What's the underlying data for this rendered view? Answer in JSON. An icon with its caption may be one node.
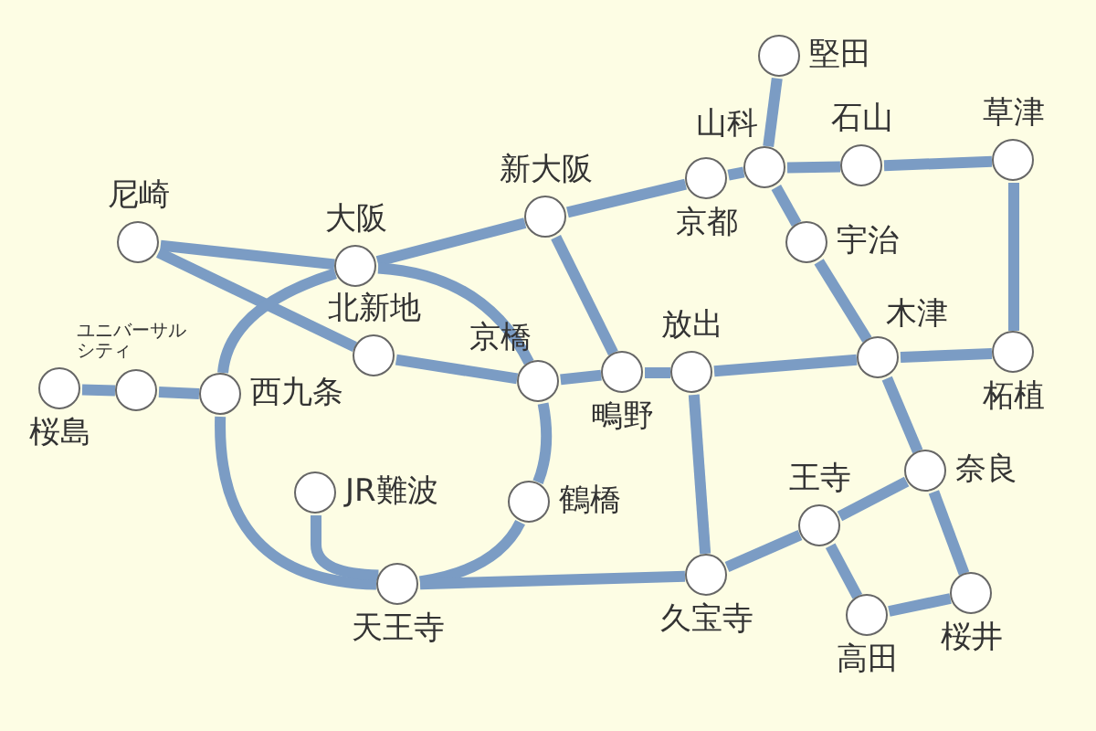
{
  "diagram": {
    "nodes": [
      {
        "text": [
          "堅田"
        ]
      },
      {
        "text": [
          "山科"
        ]
      },
      {
        "text": [
          "石山"
        ]
      },
      {
        "text": [
          "草津"
        ]
      },
      {
        "text": [
          "京都"
        ]
      },
      {
        "text": [
          "宇治"
        ]
      },
      {
        "text": [
          "新大阪"
        ]
      },
      {
        "text": [
          "尼崎"
        ]
      },
      {
        "text": [
          "大阪"
        ]
      },
      {
        "text": [
          "北新地"
        ]
      },
      {
        "text": [
          "京橋"
        ]
      },
      {
        "text": [
          "鴫野"
        ]
      },
      {
        "text": [
          "放出"
        ]
      },
      {
        "text": [
          "木津"
        ]
      },
      {
        "text": [
          "柘植"
        ]
      },
      {
        "text": [
          "ユニバーサルシティ"
        ]
      },
      {
        "text": [
          "桜島"
        ]
      },
      {
        "text": [
          "西九条"
        ]
      },
      {
        "text": [
          "JR難波"
        ]
      },
      {
        "text": [
          "鶴橋"
        ]
      },
      {
        "text": [
          "天王寺"
        ]
      },
      {
        "text": [
          "久宝寺"
        ]
      },
      {
        "text": [
          "王寺"
        ]
      },
      {
        "text": [
          "奈良"
        ]
      },
      {
        "text": [
          "高田"
        ]
      },
      {
        "text": [
          "桜井"
        ]
      }
    ],
    "edges": [
      {
        "from": 0,
        "to": 1,
        "arrow": "none"
      },
      {
        "from": 4,
        "to": 1,
        "arrow": "none"
      },
      {
        "from": 1,
        "to": 2,
        "arrow": "none"
      },
      {
        "from": 2,
        "to": 3,
        "arrow": "none"
      },
      {
        "from": 3,
        "to": 14,
        "arrow": "none"
      },
      {
        "from": 14,
        "to": 13,
        "arrow": "none"
      },
      {
        "from": 1,
        "to": 5,
        "arrow": "none"
      },
      {
        "from": 5,
        "to": 13,
        "arrow": "none"
      },
      {
        "from": 13,
        "to": 23,
        "arrow": "none"
      },
      {
        "from": 12,
        "to": 13,
        "arrow": "none"
      },
      {
        "from": 6,
        "to": 4,
        "arrow": "none"
      },
      {
        "from": 8,
        "to": 6,
        "arrow": "none"
      },
      {
        "from": 6,
        "to": 11,
        "arrow": "none"
      },
      {
        "from": 10,
        "to": 11,
        "arrow": "none"
      },
      {
        "from": 11,
        "to": 12,
        "arrow": "none"
      },
      {
        "from": 7,
        "to": 8,
        "arrow": "none"
      },
      {
        "from": 7,
        "to": 9,
        "arrow": "none"
      },
      {
        "from": 9,
        "to": 10,
        "arrow": "none"
      },
      {
        "from": 8,
        "to": 10,
        "arrow": "none"
      },
      {
        "from": 8,
        "to": 17,
        "arrow": "none"
      },
      {
        "from": 17,
        "to": 20,
        "arrow": "none"
      },
      {
        "from": 20,
        "to": 19,
        "arrow": "none"
      },
      {
        "from": 19,
        "to": 10,
        "arrow": "none"
      },
      {
        "from": 16,
        "to": 15,
        "arrow": "none"
      },
      {
        "from": 15,
        "to": 17,
        "arrow": "none"
      },
      {
        "from": 18,
        "to": 20,
        "arrow": "none"
      },
      {
        "from": 20,
        "to": 21,
        "arrow": "none"
      },
      {
        "from": 12,
        "to": 21,
        "arrow": "none"
      },
      {
        "from": 21,
        "to": 22,
        "arrow": "none"
      },
      {
        "from": 22,
        "to": 23,
        "arrow": "none"
      },
      {
        "from": 22,
        "to": 24,
        "arrow": "none"
      },
      {
        "from": 24,
        "to": 25,
        "arrow": "none"
      },
      {
        "from": 23,
        "to": 25,
        "arrow": "none"
      }
    ]
  }
}
